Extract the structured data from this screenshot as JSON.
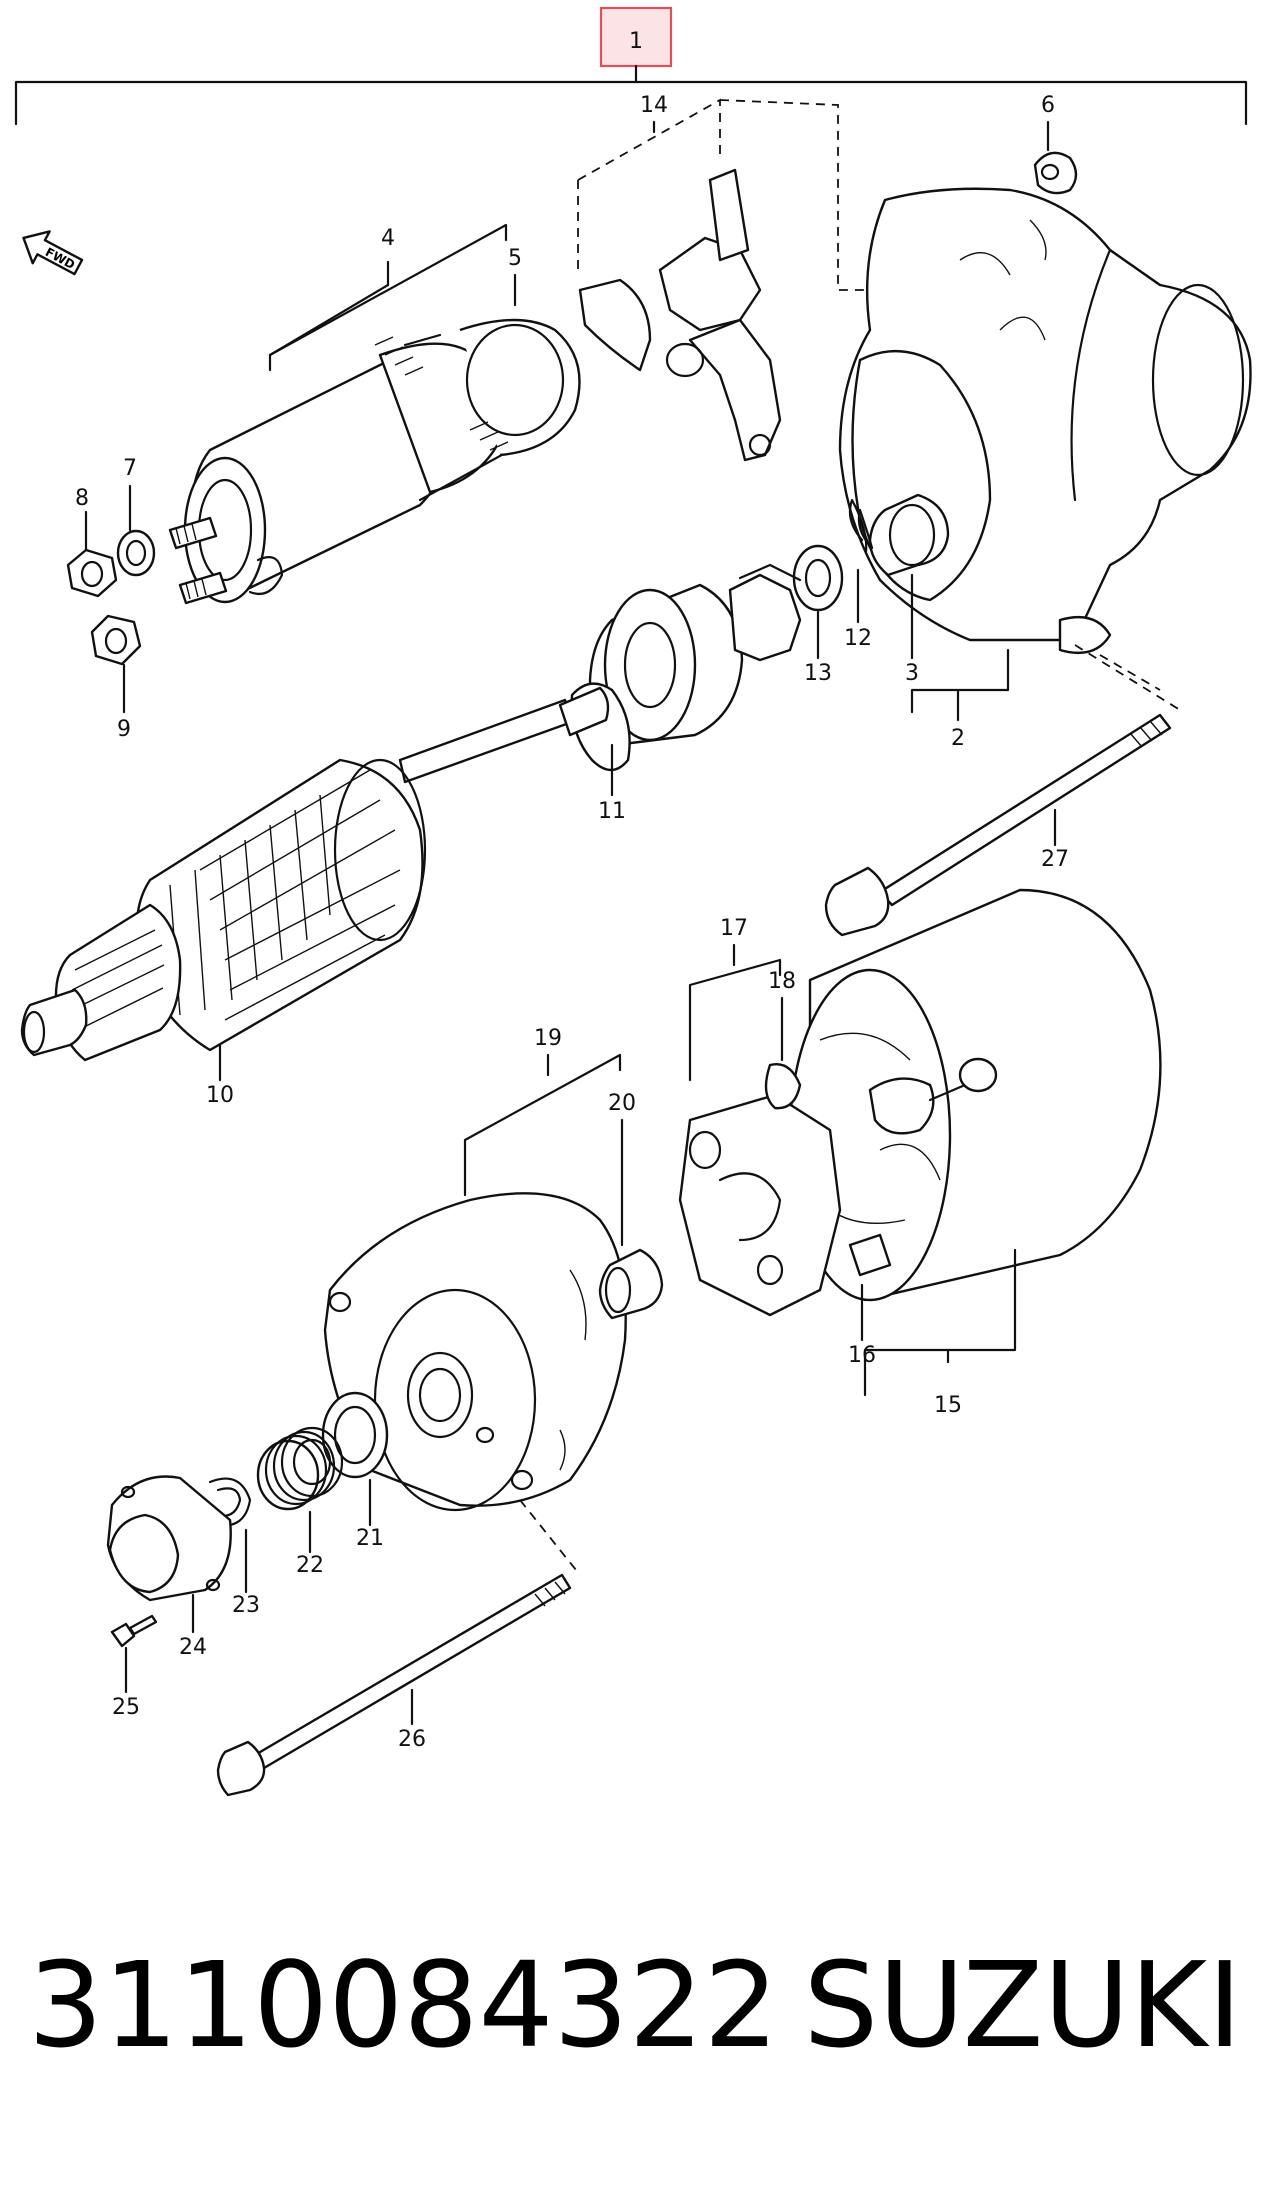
{
  "diagram": {
    "callouts": {
      "c1": "1",
      "c2": "2",
      "c3": "3",
      "c4": "4",
      "c5": "5",
      "c6": "6",
      "c7": "7",
      "c8": "8",
      "c9": "9",
      "c10": "10",
      "c11": "11",
      "c12": "12",
      "c13": "13",
      "c14": "14",
      "c15": "15",
      "c16": "16",
      "c17": "17",
      "c18": "18",
      "c19": "19",
      "c20": "20",
      "c21": "21",
      "c22": "22",
      "c23": "23",
      "c24": "24",
      "c25": "25",
      "c26": "26",
      "c27": "27"
    },
    "front_arrow_label": "FWD",
    "highlight_color": "#e0505a",
    "highlight_fill": "#fce4e6"
  },
  "caption": {
    "part_number": "3110084322",
    "brand": "SUZUKI"
  }
}
